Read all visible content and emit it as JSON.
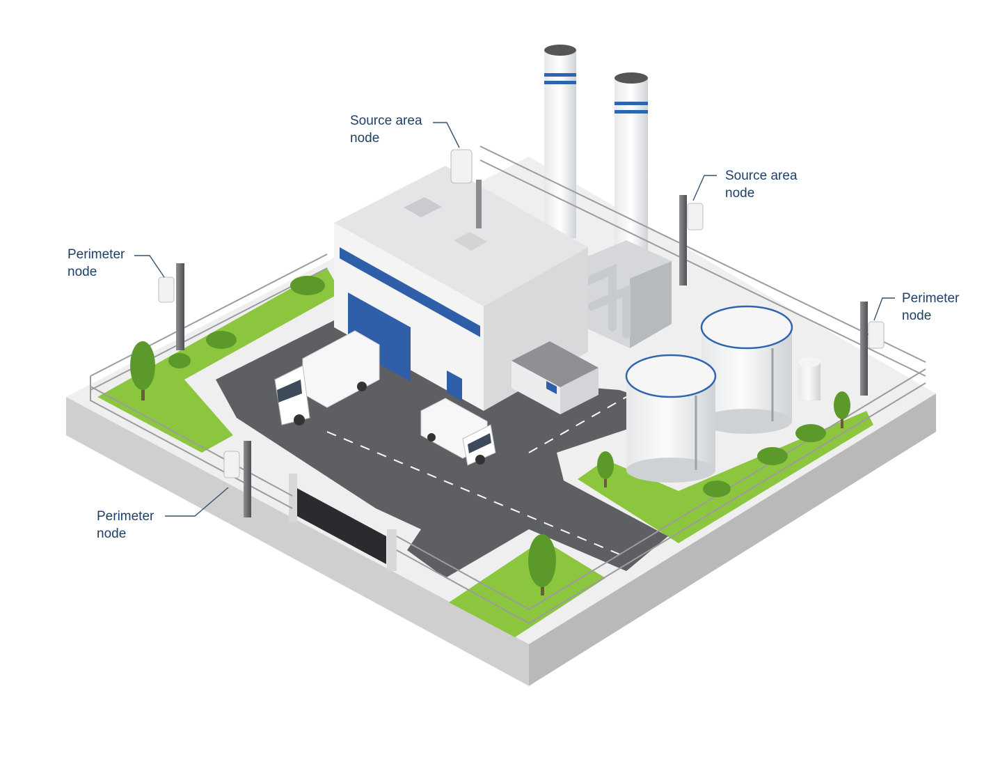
{
  "colors": {
    "label_text": "#1f3f66",
    "grass": "#8cc63f",
    "road": "#5d5f63",
    "stripe_blue": "#2f64b0",
    "window_blue": "#2f5fa8",
    "base_light": "#ececec"
  },
  "labels": {
    "source_top": {
      "line1": "Source area",
      "line2": "node"
    },
    "source_right": {
      "line1": "Source area",
      "line2": "node"
    },
    "perimeter_left": {
      "line1": "Perimeter",
      "line2": "node"
    },
    "perimeter_right": {
      "line1": "Perimeter",
      "line2": "node"
    },
    "perimeter_bottom": {
      "line1": "Perimeter",
      "line2": "node"
    }
  },
  "icons": [
    "sensor-node-icon",
    "tree-icon",
    "truck-icon",
    "smokestack-icon",
    "storage-tank-icon"
  ]
}
